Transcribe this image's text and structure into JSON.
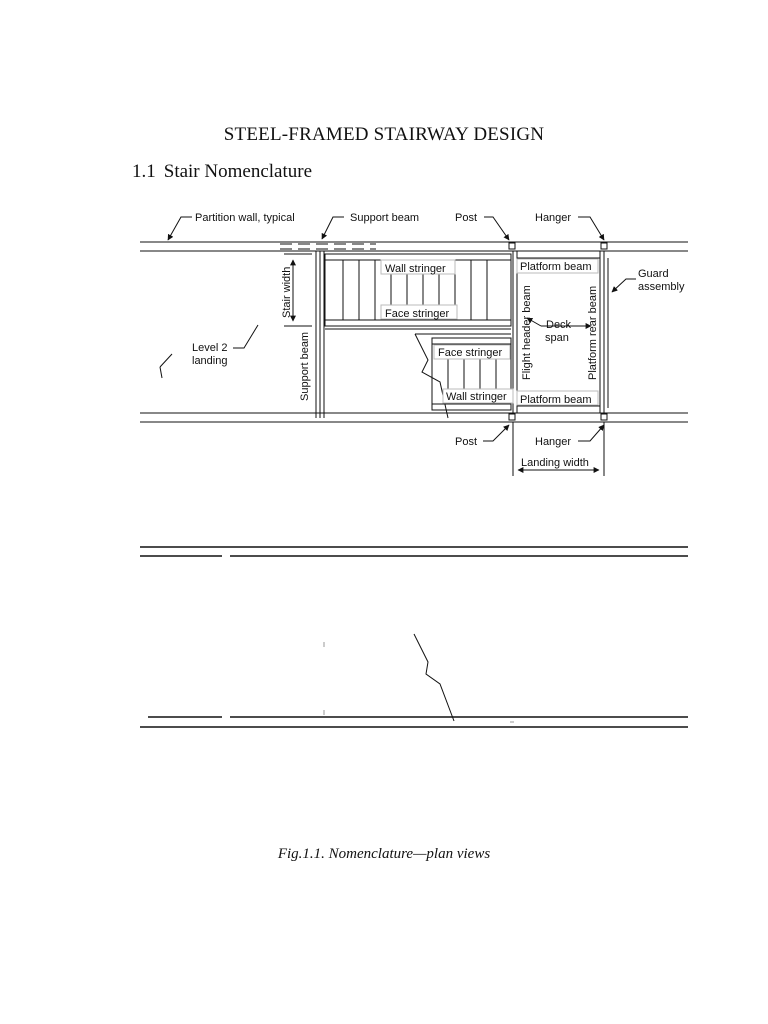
{
  "document": {
    "title": "STEEL-FRAMED STAIRWAY DESIGN",
    "section_number": "1.1",
    "section_title": "Stair Nomenclature",
    "caption": "Fig.1.1. Nomenclature—plan views"
  },
  "figure_top": {
    "labels": {
      "partition_wall": "Partition wall, typical",
      "support_beam_top": "Support beam",
      "post_top": "Post",
      "hanger_top": "Hanger",
      "stair_width": "Stair width",
      "wall_stringer_top": "Wall stringer",
      "face_stringer_top": "Face stringer",
      "platform_beam_top": "Platform beam",
      "guard_line1": "Guard",
      "guard_line2": "assembly",
      "level2_line1": "Level 2",
      "level2_line2": "landing",
      "support_beam_side": "Support beam",
      "face_stringer_bottom": "Face stringer",
      "wall_stringer_bottom": "Wall stringer",
      "flight_header_beam": "Flight header beam",
      "deck_line1": "Deck",
      "deck_line2": "span",
      "platform_rear_beam": "Platform rear beam",
      "platform_beam_bottom": "Platform beam",
      "post_bottom": "Post",
      "hanger_bottom": "Hanger",
      "landing_width": "Landing width"
    }
  }
}
